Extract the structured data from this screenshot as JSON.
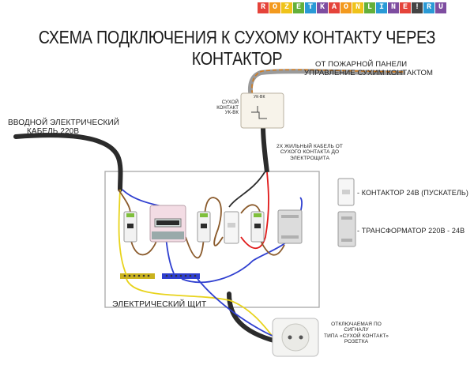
{
  "brand": {
    "letters": [
      "R",
      "O",
      "Z",
      "E",
      "T",
      "K",
      "A",
      "O",
      "N",
      "L",
      "I",
      "N",
      "E",
      "!",
      "R",
      "U"
    ],
    "colors": [
      "#e5433a",
      "#f39a1e",
      "#efc31a",
      "#63b03a",
      "#2a9ad6",
      "#7e4da0",
      "#e5433a",
      "#f39a1e",
      "#efc31a",
      "#63b03a",
      "#2a9ad6",
      "#7e4da0",
      "#e5433a",
      "#444444",
      "#2a9ad6",
      "#7e4da0"
    ]
  },
  "title": "СХЕМА ПОДКЛЮЧЕНИЯ К СУХОМУ КОНТАКТУ ЧЕРЕЗ КОНТАКТОР",
  "labels": {
    "fire_panel_1": "ОТ ПОЖАРНОЙ ПАНЕЛИ",
    "fire_panel_2": "УПРАВЛЕНИЕ СУХИМ КОНТАКТОМ",
    "dry_contact_1": "СУХОЙ КОНТАКТ",
    "dry_contact_2": "УК-ВК",
    "device_tag": "УК-ВК",
    "input_cable_1": "ВВОДНОЙ ЭЛЕКТРИЧЕСКИЙ",
    "input_cable_2": "КАБЕЛЬ 220В",
    "cable_2core_1": "2Х ЖИЛЬНЫЙ КАБЕЛЬ ОТ",
    "cable_2core_2": "СУХОГО КОНТАКТА ДО ЭЛЕКТРОЩИТА",
    "contactor": "- КОНТАКТОР 24В (ПУСКАТЕЛЬ)",
    "transformer": "- ТРАНСФОРМАТОР 220В - 24В",
    "panel": "ЭЛЕКТРИЧЕСКИЙ ЩИТ",
    "socket_1": "ОТКЛЮЧАЕМАЯ ПО СИГНАЛУ",
    "socket_2": "ТИПА «СУХОЙ КОНТАКТ»",
    "socket_3": "РОЗЕТКА"
  },
  "colors": {
    "phase": "#8a5a2b",
    "neutral": "#2f3fd0",
    "ground": "#e8d31c",
    "control": "#e01818",
    "cable": "#2b2b2b"
  }
}
